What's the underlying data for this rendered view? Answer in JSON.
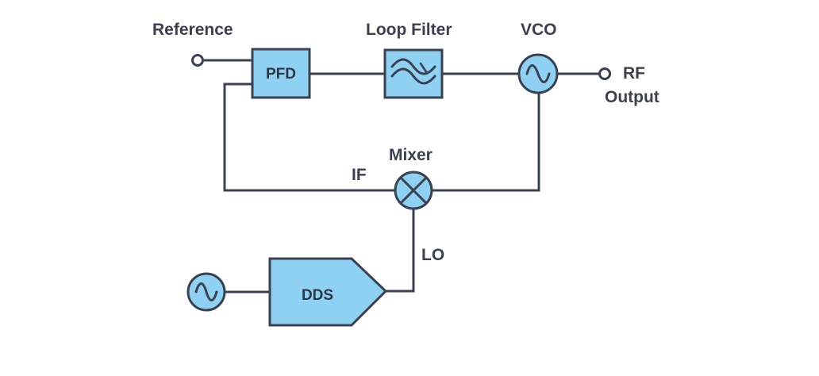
{
  "colors": {
    "block_fill": "#8ed1f2",
    "line": "#3a4150",
    "text": "#3a4150",
    "background": "#ffffff"
  },
  "labels": {
    "reference": "Reference",
    "loop_filter": "Loop Filter",
    "vco": "VCO",
    "rf_output_line1": "RF",
    "rf_output_line2": "Output",
    "mixer": "Mixer",
    "if": "IF",
    "lo": "LO"
  },
  "blocks": {
    "pfd": "PFD",
    "dds": "DDS"
  },
  "icons": {
    "loop_filter": "bandpass-filter-icon",
    "vco": "sine-oscillator-icon",
    "mixer": "mixer-x-icon",
    "clock_source": "sine-oscillator-icon",
    "terminal": "open-circle-terminal-icon"
  }
}
